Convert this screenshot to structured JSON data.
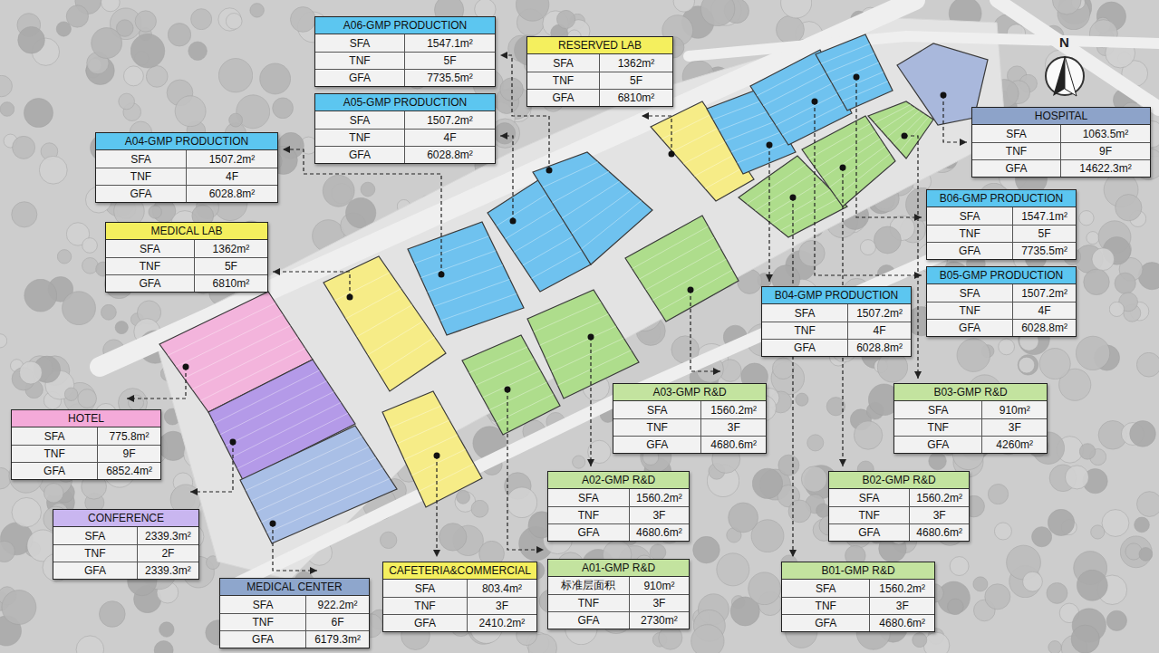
{
  "diagram": {
    "nodes": [
      {
        "text": [
          "A06-GMP PRODUCTION",
          "SFA",
          "1547.1m²",
          "TNF",
          "5F",
          "GFA",
          "7735.5m²"
        ]
      },
      {
        "text": [
          "RESERVED LAB",
          "SFA",
          "1362m²",
          "TNF",
          "5F",
          "GFA",
          "6810m²"
        ]
      },
      {
        "text": [
          "A05-GMP PRODUCTION",
          "SFA",
          "1507.2m²",
          "TNF",
          "4F",
          "GFA",
          "6028.8m²"
        ]
      },
      {
        "text": [
          "A04-GMP PRODUCTION",
          "SFA",
          "1507.2m²",
          "TNF",
          "4F",
          "GFA",
          "6028.8m²"
        ]
      },
      {
        "text": [
          "HOSPITAL",
          "SFA",
          "1063.5m²",
          "TNF",
          "9F",
          "GFA",
          "14622.3m²"
        ]
      },
      {
        "text": [
          "MEDICAL LAB",
          "SFA",
          "1362m²",
          "TNF",
          "5F",
          "GFA",
          "6810m²"
        ]
      },
      {
        "text": [
          "B06-GMP PRODUCTION",
          "SFA",
          "1547.1m²",
          "TNF",
          "5F",
          "GFA",
          "7735.5m²"
        ]
      },
      {
        "text": [
          "B05-GMP PRODUCTION",
          "SFA",
          "1507.2m²",
          "TNF",
          "4F",
          "GFA",
          "6028.8m²"
        ]
      },
      {
        "text": [
          "B04-GMP PRODUCTION",
          "SFA",
          "1507.2m²",
          "TNF",
          "4F",
          "GFA",
          "6028.8m²"
        ]
      },
      {
        "text": [
          "A03-GMP R&D",
          "SFA",
          "1560.2m²",
          "TNF",
          "3F",
          "GFA",
          "4680.6m²"
        ]
      },
      {
        "text": [
          "B03-GMP R&D",
          "SFA",
          "910m²",
          "TNF",
          "3F",
          "GFA",
          "4260m²"
        ]
      },
      {
        "text": [
          "HOTEL",
          "SFA",
          "775.8m²",
          "TNF",
          "9F",
          "GFA",
          "6852.4m²"
        ]
      },
      {
        "text": [
          "A02-GMP R&D",
          "SFA",
          "1560.2m²",
          "TNF",
          "3F",
          "GFA",
          "4680.6m²"
        ]
      },
      {
        "text": [
          "B02-GMP R&D",
          "SFA",
          "1560.2m²",
          "TNF",
          "3F",
          "GFA",
          "4680.6m²"
        ]
      },
      {
        "text": [
          "CONFERENCE",
          "SFA",
          "2339.3m²",
          "TNF",
          "2F",
          "GFA",
          "2339.3m²"
        ]
      },
      {
        "text": [
          "A01-GMP R&D",
          "标准层面积",
          "910m²",
          "TNF",
          "3F",
          "GFA",
          "2730m²"
        ]
      },
      {
        "text": [
          "CAFETERIA&COMMERCIAL",
          "SFA",
          "803.4m²",
          "TNF",
          "3F",
          "GFA",
          "2410.2m²"
        ]
      },
      {
        "text": [
          "B01-GMP R&D",
          "SFA",
          "1560.2m²",
          "TNF",
          "3F",
          "GFA",
          "4680.6m²"
        ]
      },
      {
        "text": [
          "MEDICAL CENTER",
          "SFA",
          "922.2m²",
          "TNF",
          "6F",
          "GFA",
          "6179.3m²"
        ]
      }
    ],
    "labels": [
      "N"
    ]
  }
}
